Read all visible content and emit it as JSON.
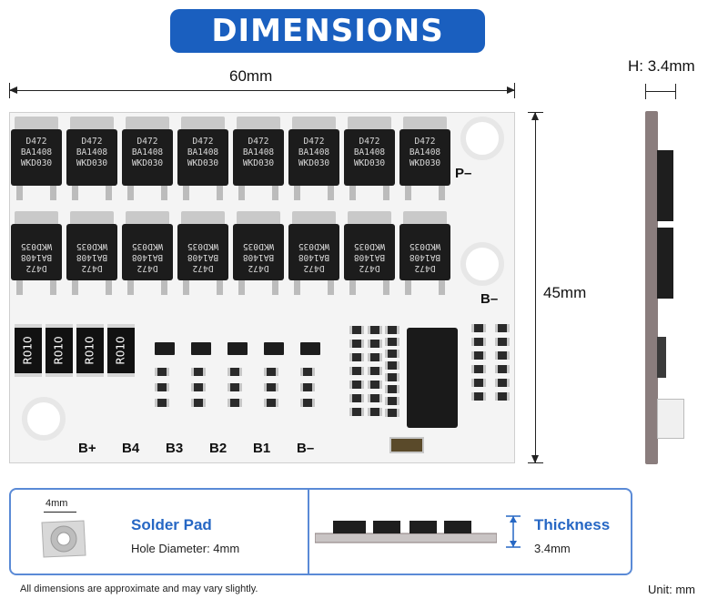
{
  "banner": {
    "title": "DIMENSIONS",
    "color": "#1a5fbf"
  },
  "dimensions": {
    "width": "60mm",
    "height": "45mm",
    "thickness_top": "H: 3.4mm"
  },
  "mosfets_top": [
    [
      "D472",
      "BA1408",
      "WKD030"
    ],
    [
      "D472",
      "BA1408",
      "WKD030"
    ],
    [
      "D472",
      "BA1408",
      "WKD030"
    ],
    [
      "D472",
      "BA1408",
      "WKD030"
    ],
    [
      "D472",
      "BA1408",
      "WKD030"
    ],
    [
      "D472",
      "BA1408",
      "WKD030"
    ],
    [
      "D472",
      "BA1408",
      "WKD030"
    ],
    [
      "D472",
      "BA1408",
      "WKD030"
    ]
  ],
  "mosfets_bottom": [
    [
      "D472",
      "BA1408",
      "WKD035"
    ],
    [
      "D472",
      "BA1408",
      "WKD035"
    ],
    [
      "D472",
      "BA1408",
      "WKD035"
    ],
    [
      "D472",
      "BA1408",
      "WKD035"
    ],
    [
      "D472",
      "BA1408",
      "WKD035"
    ],
    [
      "D472",
      "BA1408",
      "WKD035"
    ],
    [
      "D472",
      "BA1408",
      "WKD035"
    ],
    [
      "D472",
      "BA1408",
      "WKD035"
    ]
  ],
  "resistor_label": "R010",
  "pad_labels": {
    "p_minus": "P–",
    "b_minus_side": "B–"
  },
  "bottom_labels": [
    "B+",
    "B4",
    "B3",
    "B2",
    "B1",
    "B–"
  ],
  "solder_pad": {
    "title": "Solder Pad",
    "description": "Hole Diameter: 4mm",
    "dimension": "4mm"
  },
  "thickness": {
    "title": "Thickness",
    "value": "3.4mm"
  },
  "footer": {
    "note": "All dimensions are approximate and may vary slightly.",
    "unit": "Unit: mm"
  },
  "colors": {
    "accent": "#2667c4",
    "border": "#5a8ad6"
  }
}
